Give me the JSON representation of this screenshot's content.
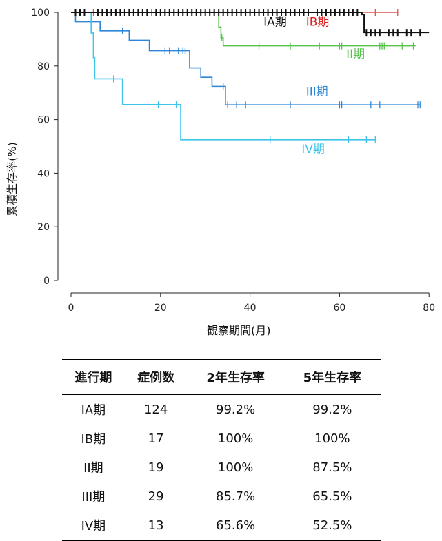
{
  "chart_data": {
    "type": "line",
    "subtype": "kaplan-meier",
    "xlabel": "観察期間(月)",
    "ylabel": "累積生存率(%)",
    "xlim": [
      0,
      80
    ],
    "ylim": [
      0,
      100
    ],
    "xticks": [
      0,
      20,
      40,
      60,
      80
    ],
    "yticks": [
      0,
      20,
      40,
      60,
      80,
      100
    ],
    "grid": false,
    "series": [
      {
        "name": "IA期",
        "color": "#111111",
        "steps": [
          [
            0,
            100
          ],
          [
            65,
            99.2
          ],
          [
            65.5,
            92.5
          ]
        ],
        "end": 80,
        "censored": [
          1,
          2,
          3,
          6,
          7,
          8,
          9,
          10,
          11,
          12,
          13,
          14,
          15,
          16,
          17,
          19,
          20,
          21,
          22,
          23,
          24,
          25,
          26,
          27,
          28,
          29,
          30,
          31,
          32,
          33,
          34,
          35,
          36,
          37,
          38,
          39,
          40,
          41,
          42,
          43,
          44,
          45,
          46,
          47,
          48,
          49,
          50,
          51,
          52,
          53,
          55,
          56,
          57,
          58,
          59,
          60,
          61,
          62,
          63,
          64,
          66,
          67,
          68,
          69,
          71,
          72,
          73,
          75,
          76,
          78
        ]
      },
      {
        "name": "IB期",
        "color": "#e0504f",
        "steps": [
          [
            0,
            100
          ]
        ],
        "end": 73,
        "censored": [
          2,
          5,
          8,
          13,
          18,
          25,
          30,
          35,
          42,
          47,
          51,
          55,
          60,
          64,
          68,
          73
        ]
      },
      {
        "name": "II期",
        "color": "#55c24a",
        "steps": [
          [
            0,
            100
          ],
          [
            33,
            94.5
          ],
          [
            33.5,
            90.5
          ],
          [
            34,
            87.5
          ]
        ],
        "end": 77,
        "censored": [
          33.7,
          42,
          49,
          55.5,
          60,
          60.5,
          69,
          69.5,
          70,
          74,
          76.5
        ]
      },
      {
        "name": "III期",
        "color": "#2e86d8",
        "steps": [
          [
            0,
            100
          ],
          [
            1,
            96.5
          ],
          [
            6.5,
            93.1
          ],
          [
            13,
            89.6
          ],
          [
            17.5,
            85.7
          ],
          [
            26.5,
            79.3
          ],
          [
            29,
            75.8
          ],
          [
            31.5,
            72.4
          ],
          [
            34.5,
            65.5
          ]
        ],
        "end": 78,
        "censored": [
          11.5,
          21,
          22,
          24,
          25,
          25.5,
          34,
          35,
          37,
          39,
          49,
          60,
          60.5,
          67,
          69,
          77.5,
          78
        ]
      },
      {
        "name": "IV期",
        "color": "#3cc5e8",
        "steps": [
          [
            0,
            100
          ],
          [
            4.5,
            92.3
          ],
          [
            5,
            83.1
          ],
          [
            5.3,
            75.2
          ],
          [
            11.5,
            65.6
          ],
          [
            24.5,
            52.5
          ]
        ],
        "end": 68,
        "censored": [
          9.5,
          19.5,
          23.5,
          44.5,
          62,
          66,
          68
        ]
      }
    ],
    "annotations": [
      {
        "text": "IA期",
        "x": 43,
        "y": 95,
        "color": "#111111"
      },
      {
        "text": "IB期",
        "x": 52.5,
        "y": 95,
        "color": "#e02020"
      },
      {
        "text": "II期",
        "x": 61.5,
        "y": 83,
        "color": "#55c24a"
      },
      {
        "text": "III期",
        "x": 52.5,
        "y": 69,
        "color": "#2e86d8"
      },
      {
        "text": "IV期",
        "x": 51.5,
        "y": 47.5,
        "color": "#3cc5e8"
      }
    ]
  },
  "table": {
    "headers": [
      "進行期",
      "症例数",
      "2年生存率",
      "5年生存率"
    ],
    "rows": [
      [
        "IA期",
        "124",
        "99.2%",
        "99.2%"
      ],
      [
        "IB期",
        "17",
        "100%",
        "100%"
      ],
      [
        "II期",
        "19",
        "100%",
        "87.5%"
      ],
      [
        "III期",
        "29",
        "85.7%",
        "65.5%"
      ],
      [
        "IV期",
        "13",
        "65.6%",
        "52.5%"
      ]
    ]
  }
}
